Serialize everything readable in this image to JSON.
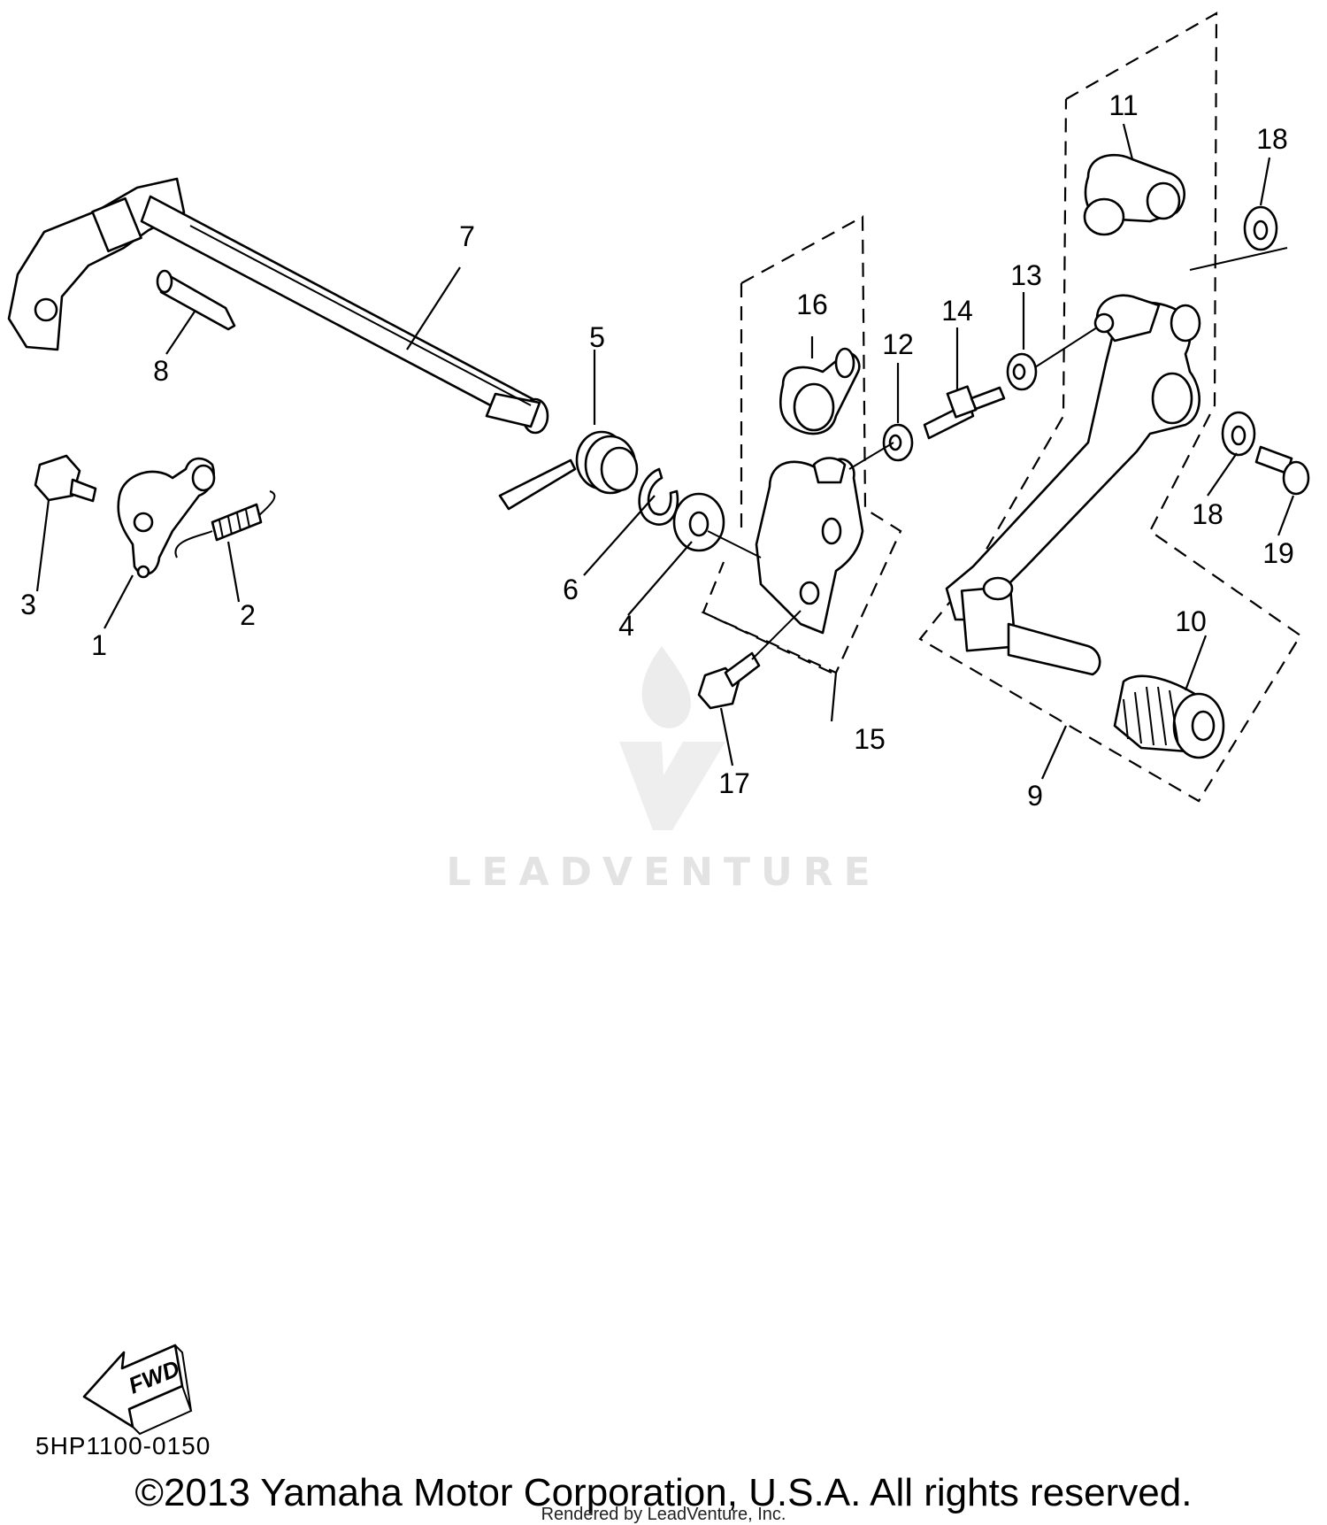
{
  "diagram": {
    "callouts": [
      "1",
      "2",
      "3",
      "4",
      "5",
      "6",
      "7",
      "8",
      "9",
      "10",
      "11",
      "12",
      "13",
      "14",
      "15",
      "16",
      "17",
      "18",
      "18",
      "19"
    ],
    "fwd_label": "FWD",
    "diagram_code": "5HP1100-0150",
    "copyright": "©2013 Yamaha Motor Corporation, U.S.A. All rights reserved.",
    "rendered_by": "Rendered by LeadVenture, Inc.",
    "watermark": "LEADVENTURE"
  }
}
